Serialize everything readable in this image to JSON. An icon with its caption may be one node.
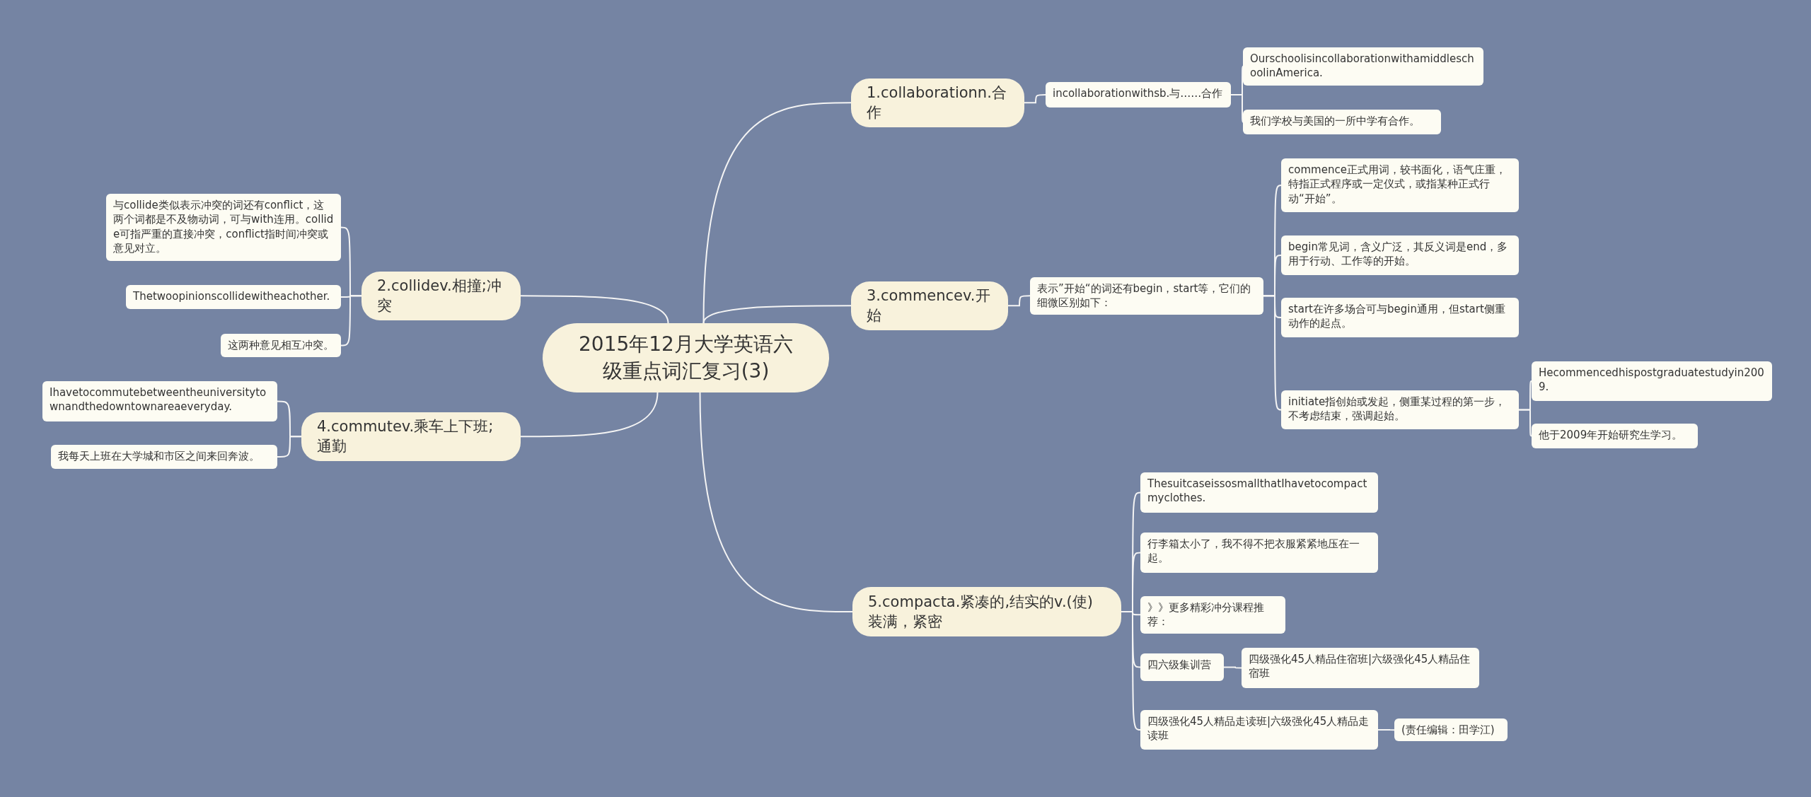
{
  "diagram": {
    "nodes": [
      {
        "text": [
          "2015年12月大学英语六级重点词汇复习(3)"
        ]
      },
      {
        "text": [
          "1.collaborationn.合作"
        ]
      },
      {
        "text": [
          "incollaborationwithsb.与……合作"
        ]
      },
      {
        "text": [
          "OurschoolisincollaborationwithamiddleschoolinAmerica."
        ]
      },
      {
        "text": [
          "我们学校与美国的一所中学有合作。"
        ]
      },
      {
        "text": [
          "2.collidev.相撞;冲突"
        ]
      },
      {
        "text": [
          "与collide类似表示冲突的词还有conflict，这两个词都是不及物动词，可与with连用。collide可指严重的直接冲突，conflict指时间冲突或意见对立。"
        ]
      },
      {
        "text": [
          "Thetwoopinionscollidewitheachother."
        ]
      },
      {
        "text": [
          "这两种意见相互冲突。"
        ]
      },
      {
        "text": [
          "3.commencev.开始"
        ]
      },
      {
        "text": [
          "表示”开始“的词还有begin，start等，它们的细微区别如下："
        ]
      },
      {
        "text": [
          "commence正式用词，较书面化，语气庄重，特指正式程序或一定仪式，或指某种正式行动“开始”。"
        ]
      },
      {
        "text": [
          "begin常见词，含义广泛，其反义词是end，多用于行动、工作等的开始。"
        ]
      },
      {
        "text": [
          "start在许多场合可与begin通用，但start侧重动作的起点。"
        ]
      },
      {
        "text": [
          "initiate指创始或发起，侧重某过程的第一步，不考虑结束，强调起始。"
        ]
      },
      {
        "text": [
          "Hecommencedhispostgraduatestudyin2009."
        ]
      },
      {
        "text": [
          "他于2009年开始研究生学习。"
        ]
      },
      {
        "text": [
          "4.commutev.乘车上下班;通勤"
        ]
      },
      {
        "text": [
          "Ihavetocommutebetweentheuniversitytownandthedowntownareaeveryday."
        ]
      },
      {
        "text": [
          "我每天上班在大学城和市区之间来回奔波。"
        ]
      },
      {
        "text": [
          "5.compacta.紧凑的,结实的v.(使)装满，紧密"
        ]
      },
      {
        "text": [
          "ThesuitcaseissosmallthatIhavetocompactmyclothes."
        ]
      },
      {
        "text": [
          "行李箱太小了，我不得不把衣服紧紧地压在一起。"
        ]
      },
      {
        "text": [
          "》》更多精彩冲分课程推荐："
        ]
      },
      {
        "text": [
          "四六级集训营"
        ]
      },
      {
        "text": [
          "四级强化45人精品住宿班|六级强化45人精品住宿班"
        ]
      },
      {
        "text": [
          "四级强化45人精品走读班|六级强化45人精品走读班"
        ]
      },
      {
        "text": [
          "(责任编辑：田学江)"
        ]
      }
    ],
    "edges": [
      {
        "from": 0,
        "to": 1,
        "arrow": "none"
      },
      {
        "from": 1,
        "to": 2,
        "arrow": "none"
      },
      {
        "from": 2,
        "to": 3,
        "arrow": "none"
      },
      {
        "from": 2,
        "to": 4,
        "arrow": "none"
      },
      {
        "from": 0,
        "to": 5,
        "arrow": "none"
      },
      {
        "from": 5,
        "to": 6,
        "arrow": "none"
      },
      {
        "from": 5,
        "to": 7,
        "arrow": "none"
      },
      {
        "from": 5,
        "to": 8,
        "arrow": "none"
      },
      {
        "from": 0,
        "to": 9,
        "arrow": "none"
      },
      {
        "from": 9,
        "to": 10,
        "arrow": "none"
      },
      {
        "from": 10,
        "to": 11,
        "arrow": "none"
      },
      {
        "from": 10,
        "to": 12,
        "arrow": "none"
      },
      {
        "from": 10,
        "to": 13,
        "arrow": "none"
      },
      {
        "from": 10,
        "to": 14,
        "arrow": "none"
      },
      {
        "from": 14,
        "to": 15,
        "arrow": "none"
      },
      {
        "from": 14,
        "to": 16,
        "arrow": "none"
      },
      {
        "from": 0,
        "to": 17,
        "arrow": "none"
      },
      {
        "from": 17,
        "to": 18,
        "arrow": "none"
      },
      {
        "from": 17,
        "to": 19,
        "arrow": "none"
      },
      {
        "from": 0,
        "to": 20,
        "arrow": "none"
      },
      {
        "from": 20,
        "to": 21,
        "arrow": "none"
      },
      {
        "from": 20,
        "to": 22,
        "arrow": "none"
      },
      {
        "from": 20,
        "to": 23,
        "arrow": "none"
      },
      {
        "from": 20,
        "to": 24,
        "arrow": "none"
      },
      {
        "from": 24,
        "to": 25,
        "arrow": "none"
      },
      {
        "from": 20,
        "to": 26,
        "arrow": "none"
      },
      {
        "from": 26,
        "to": 27,
        "arrow": "none"
      }
    ]
  }
}
